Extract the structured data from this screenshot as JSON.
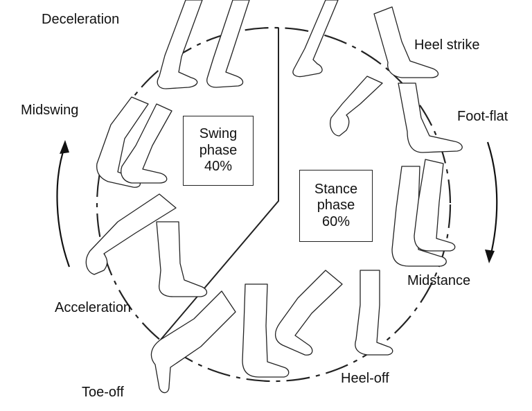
{
  "labels": {
    "deceleration": "Deceleration",
    "heel_strike": "Heel strike",
    "midswing": "Midswing",
    "foot_flat": "Foot-flat",
    "midstance": "Midstance",
    "acceleration": "Acceleration",
    "heel_off": "Heel-off",
    "toe_off": "Toe-off"
  },
  "swing_box": {
    "line1": "Swing",
    "line2": "phase",
    "line3": "40%"
  },
  "stance_box": {
    "line1": "Stance",
    "line2": "phase",
    "line3": "60%"
  },
  "colors": {
    "ink": "#222222",
    "background": "#ffffff"
  }
}
